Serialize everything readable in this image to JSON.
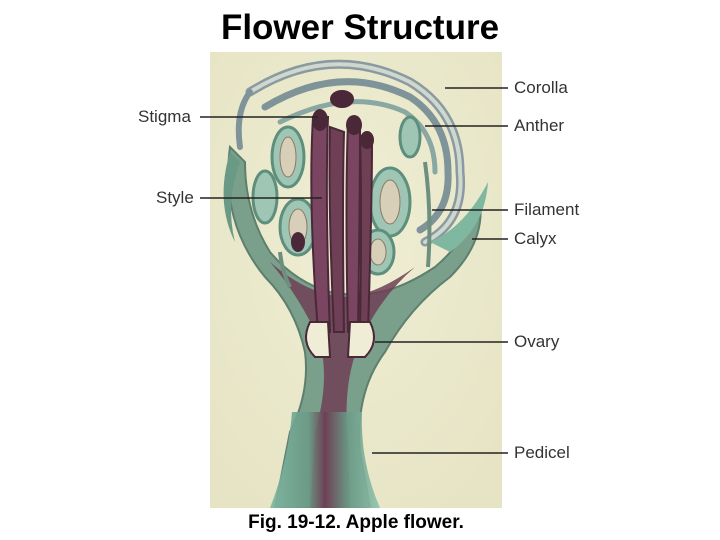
{
  "title": "Flower Structure",
  "caption": "Fig. 19-12. Apple flower.",
  "labels": {
    "stigma": "Stigma",
    "style": "Style",
    "corolla": "Corolla",
    "anther": "Anther",
    "filament": "Filament",
    "calyx": "Calyx",
    "ovary": "Ovary",
    "pedicel": "Pedicel"
  },
  "colors": {
    "background": "#eeeccf",
    "stain_green": "#7fb7a0",
    "stain_purple": "#6e3f55",
    "stain_dark": "#4a2838"
  }
}
